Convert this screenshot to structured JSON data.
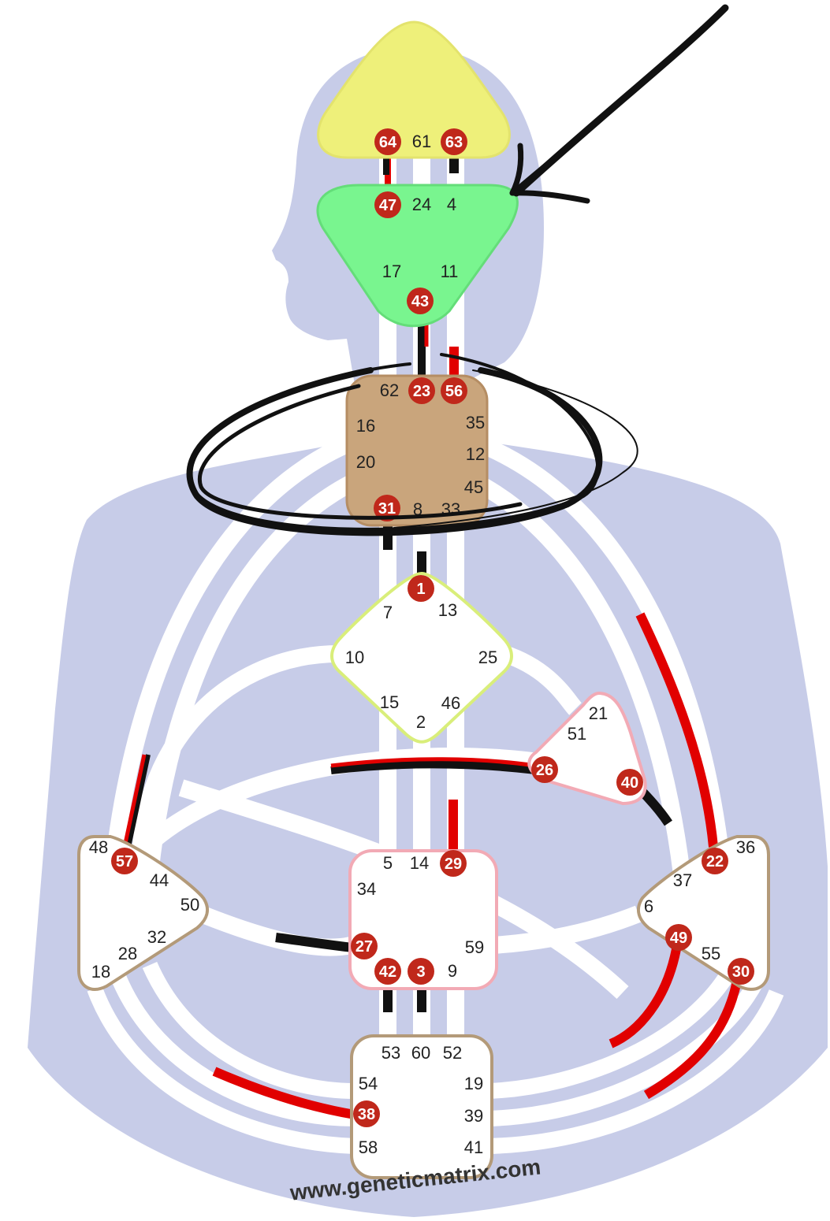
{
  "colors": {
    "background": "#ffffff",
    "body": "#c7cce8",
    "channel": "#ffffff",
    "design_red": "#e10000",
    "personality_black": "#111111",
    "gate_active_fill": "#c0281b",
    "head": "#eef07a",
    "ajna": "#79f58f",
    "throat": "#c9a57c",
    "g_center_outline": "#d9ee7a",
    "heart_outline": "#f2aab5",
    "sacral_outline": "#f2aab5",
    "outline_brown": "#b39a79",
    "pen_ink": "#111111"
  },
  "centers": {
    "head": {
      "label": "head-center",
      "gates": [
        "64",
        "61",
        "63"
      ]
    },
    "ajna": {
      "label": "ajna-center",
      "gates": [
        "47",
        "24",
        "4",
        "17",
        "11",
        "43"
      ]
    },
    "throat": {
      "label": "throat-center",
      "gates": [
        "62",
        "23",
        "56",
        "16",
        "35",
        "20",
        "12",
        "45",
        "31",
        "8",
        "33"
      ]
    },
    "g": {
      "label": "g-center",
      "gates": [
        "1",
        "7",
        "13",
        "10",
        "25",
        "15",
        "2",
        "46"
      ]
    },
    "heart": {
      "label": "heart-center",
      "gates": [
        "21",
        "51",
        "26",
        "40"
      ]
    },
    "spleen": {
      "label": "spleen-center",
      "gates": [
        "48",
        "57",
        "44",
        "50",
        "32",
        "28",
        "18"
      ]
    },
    "sacral": {
      "label": "sacral-center",
      "gates": [
        "5",
        "14",
        "29",
        "34",
        "27",
        "59",
        "42",
        "3",
        "9"
      ]
    },
    "solar_plexus": {
      "label": "solar-plexus-center",
      "gates": [
        "36",
        "22",
        "37",
        "6",
        "49",
        "55",
        "30"
      ]
    },
    "root": {
      "label": "root-center",
      "gates": [
        "53",
        "60",
        "52",
        "54",
        "19",
        "38",
        "39",
        "58",
        "41"
      ]
    }
  },
  "gates": {
    "g64": {
      "label": "64",
      "active": true
    },
    "g61": {
      "label": "61",
      "active": false
    },
    "g63": {
      "label": "63",
      "active": true
    },
    "g47": {
      "label": "47",
      "active": true
    },
    "g24": {
      "label": "24",
      "active": false
    },
    "g4": {
      "label": "4",
      "active": false
    },
    "g17": {
      "label": "17",
      "active": false
    },
    "g11": {
      "label": "11",
      "active": false
    },
    "g43": {
      "label": "43",
      "active": true
    },
    "g62": {
      "label": "62",
      "active": false
    },
    "g23": {
      "label": "23",
      "active": true
    },
    "g56": {
      "label": "56",
      "active": true
    },
    "g16": {
      "label": "16",
      "active": false
    },
    "g35": {
      "label": "35",
      "active": false
    },
    "g20": {
      "label": "20",
      "active": false
    },
    "g12": {
      "label": "12",
      "active": false
    },
    "g45": {
      "label": "45",
      "active": false
    },
    "g31": {
      "label": "31",
      "active": true
    },
    "g8": {
      "label": "8",
      "active": false
    },
    "g33": {
      "label": "33",
      "active": false
    },
    "g1": {
      "label": "1",
      "active": true
    },
    "g7": {
      "label": "7",
      "active": false
    },
    "g13": {
      "label": "13",
      "active": false
    },
    "g10": {
      "label": "10",
      "active": false
    },
    "g25": {
      "label": "25",
      "active": false
    },
    "g15": {
      "label": "15",
      "active": false
    },
    "g2": {
      "label": "2",
      "active": false
    },
    "g46": {
      "label": "46",
      "active": false
    },
    "g21": {
      "label": "21",
      "active": false
    },
    "g51": {
      "label": "51",
      "active": false
    },
    "g26": {
      "label": "26",
      "active": true
    },
    "g40": {
      "label": "40",
      "active": true
    },
    "g48": {
      "label": "48",
      "active": false
    },
    "g57": {
      "label": "57",
      "active": true
    },
    "g44": {
      "label": "44",
      "active": false
    },
    "g50": {
      "label": "50",
      "active": false
    },
    "g32": {
      "label": "32",
      "active": false
    },
    "g28": {
      "label": "28",
      "active": false
    },
    "g18": {
      "label": "18",
      "active": false
    },
    "g5": {
      "label": "5",
      "active": false
    },
    "g14": {
      "label": "14",
      "active": false
    },
    "g29": {
      "label": "29",
      "active": true
    },
    "g34": {
      "label": "34",
      "active": false
    },
    "g27": {
      "label": "27",
      "active": true
    },
    "g59": {
      "label": "59",
      "active": false
    },
    "g42": {
      "label": "42",
      "active": true
    },
    "g3": {
      "label": "3",
      "active": true
    },
    "g9": {
      "label": "9",
      "active": false
    },
    "g36": {
      "label": "36",
      "active": false
    },
    "g22": {
      "label": "22",
      "active": true
    },
    "g37": {
      "label": "37",
      "active": false
    },
    "g6": {
      "label": "6",
      "active": false
    },
    "g49": {
      "label": "49",
      "active": true
    },
    "g55": {
      "label": "55",
      "active": false
    },
    "g30": {
      "label": "30",
      "active": true
    },
    "g53": {
      "label": "53",
      "active": false
    },
    "g60": {
      "label": "60",
      "active": false
    },
    "g52": {
      "label": "52",
      "active": false
    },
    "g54": {
      "label": "54",
      "active": false
    },
    "g19": {
      "label": "19",
      "active": false
    },
    "g38": {
      "label": "38",
      "active": true
    },
    "g39": {
      "label": "39",
      "active": false
    },
    "g58": {
      "label": "58",
      "active": false
    },
    "g41": {
      "label": "41",
      "active": false
    }
  },
  "watermark": "www.geneticmatrix.com",
  "annotations": {
    "arrow": "pen-arrow-pointing-at-ajna",
    "circle": "pen-circle-around-throat"
  }
}
